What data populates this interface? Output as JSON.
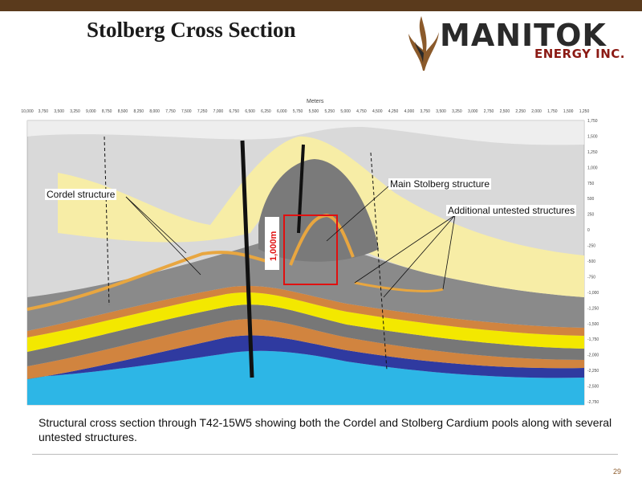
{
  "header": {
    "title": "Stolberg Cross Section",
    "logo_name": "MANITOK",
    "logo_sub": "ENERGY INC."
  },
  "section": {
    "axis_title": "Meters",
    "top_ticks": [
      "10,000",
      "3,750",
      "3,500",
      "3,250",
      "9,000",
      "8,750",
      "8,500",
      "8,250",
      "8,000",
      "7,750",
      "7,500",
      "7,250",
      "7,000",
      "6,750",
      "6,500",
      "6,250",
      "6,000",
      "5,750",
      "5,500",
      "5,250",
      "5,000",
      "4,750",
      "4,500",
      "4,250",
      "4,000",
      "3,750",
      "3,500",
      "3,250",
      "3,000",
      "2,750",
      "2,500",
      "2,250",
      "2,000",
      "1,750",
      "1,500",
      "1,250"
    ],
    "right_ticks": [
      "1,750",
      "1,500",
      "1,250",
      "1,000",
      "750",
      "500",
      "250",
      "0",
      "-250",
      "-500",
      "-750",
      "-1,000",
      "-1,250",
      "-1,500",
      "-1,750",
      "-2,000",
      "-2,250",
      "-2,500",
      "-2,750"
    ],
    "scale_label": "1,000m",
    "labels": {
      "cordel": "Cordel structure",
      "main": "Main Stolberg structure",
      "additional": "Additional untested structures"
    }
  },
  "caption": "Structural cross section through T42-15W5 showing both the Cordel and Stolberg Cardium pools along with several untested structures.",
  "page_number": "29",
  "colors": {
    "bar": "#5a3a1c",
    "accent": "#8b1a14",
    "yellow": "#f7eda6",
    "blue": "#2db6e6",
    "orange": "#d1843f",
    "red": "#e01010"
  }
}
